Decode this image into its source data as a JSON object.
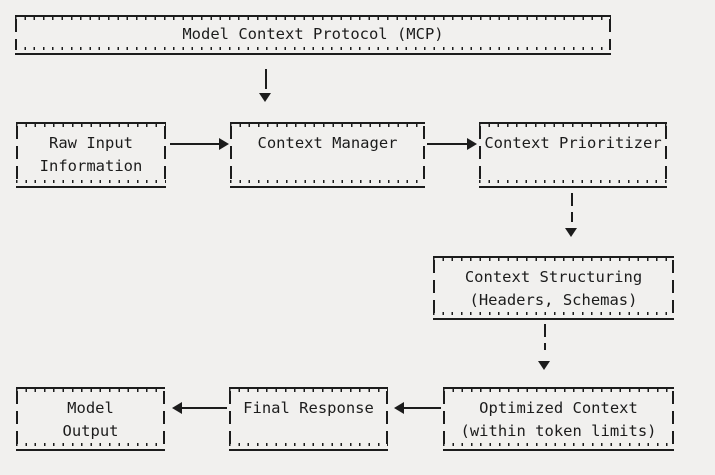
{
  "colors": {
    "background": "#f1f0ee",
    "ink": "#1c1c1c"
  },
  "nodes": {
    "mcp": {
      "lines": [
        "Model Context Protocol (MCP)"
      ]
    },
    "raw_input": {
      "lines": [
        "Raw Input",
        "Information"
      ]
    },
    "context_manager": {
      "lines": [
        "Context Manager"
      ]
    },
    "context_prioritizer": {
      "lines": [
        "Context Prioritizer"
      ]
    },
    "context_structuring": {
      "lines": [
        "Context Structuring",
        "(Headers, Schemas)"
      ]
    },
    "model_output": {
      "lines": [
        "Model",
        "Output"
      ]
    },
    "final_response": {
      "lines": [
        "Final Response"
      ]
    },
    "optimized_context": {
      "lines": [
        "Optimized Context",
        "(within token limits)"
      ]
    }
  },
  "edges": [
    {
      "from": "mcp",
      "to": "context_manager",
      "direction": "down"
    },
    {
      "from": "raw_input",
      "to": "context_manager",
      "direction": "right"
    },
    {
      "from": "context_manager",
      "to": "context_prioritizer",
      "direction": "right"
    },
    {
      "from": "context_prioritizer",
      "to": "context_structuring",
      "direction": "down"
    },
    {
      "from": "context_structuring",
      "to": "optimized_context",
      "direction": "down"
    },
    {
      "from": "optimized_context",
      "to": "final_response",
      "direction": "left"
    },
    {
      "from": "final_response",
      "to": "model_output",
      "direction": "left"
    }
  ]
}
